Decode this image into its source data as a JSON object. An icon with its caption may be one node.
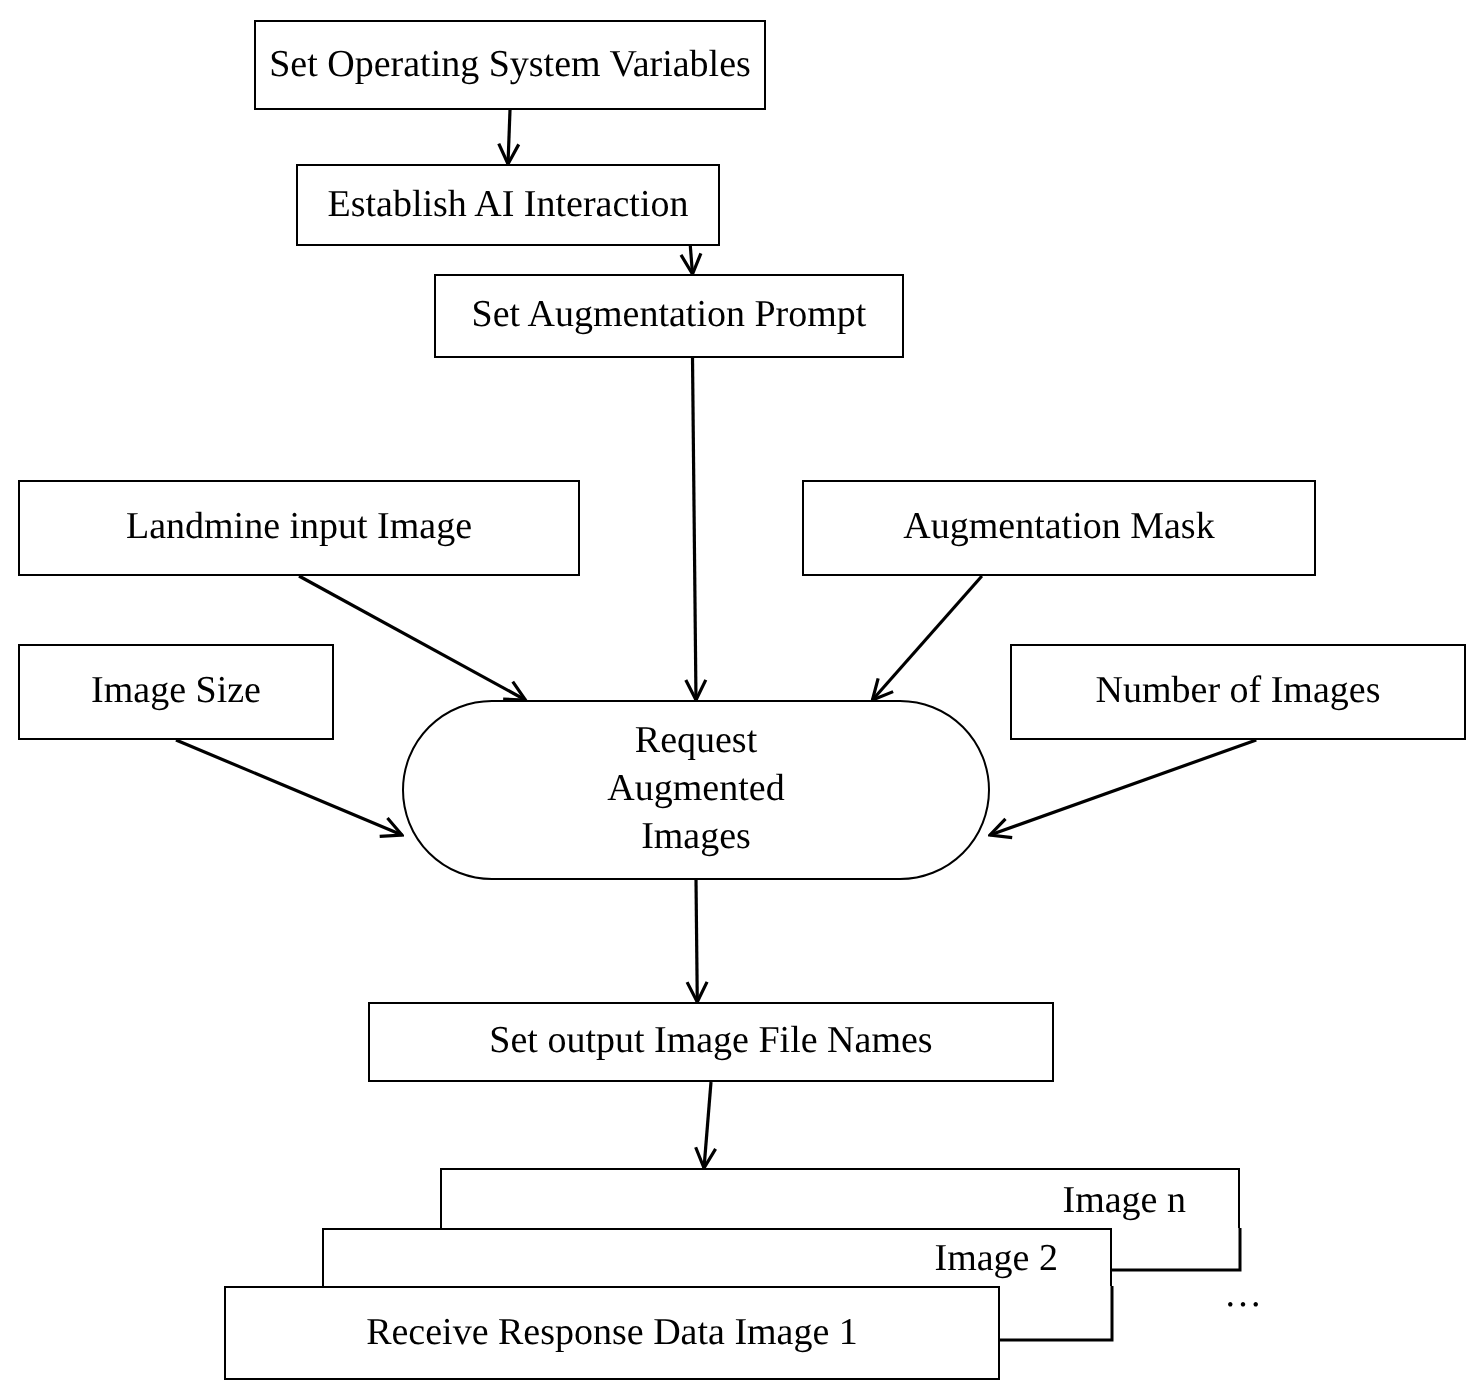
{
  "diagram": {
    "nodes": [
      {
        "text": [
          "Set Operating System Variables"
        ]
      },
      {
        "text": [
          "Establish AI Interaction"
        ]
      },
      {
        "text": [
          "Set Augmentation Prompt"
        ]
      },
      {
        "text": [
          "Landmine input Image"
        ]
      },
      {
        "text": [
          "Augmentation Mask"
        ]
      },
      {
        "text": [
          "Image Size"
        ]
      },
      {
        "text": [
          "Number of Images"
        ]
      },
      {
        "text": [
          "Request Augmented Images"
        ]
      },
      {
        "text": [
          "Set output Image File Names"
        ]
      },
      {
        "text": [
          "Image n"
        ]
      },
      {
        "text": [
          "Image 2"
        ]
      },
      {
        "text": [
          "Receive Response Data Image 1"
        ]
      }
    ],
    "edges": [
      {
        "from": 0,
        "to": 1,
        "arrow": "to"
      },
      {
        "from": 1,
        "to": 2,
        "arrow": "to"
      },
      {
        "from": 2,
        "to": 7,
        "arrow": "to"
      },
      {
        "from": 3,
        "to": 7,
        "arrow": "to"
      },
      {
        "from": 4,
        "to": 7,
        "arrow": "to"
      },
      {
        "from": 5,
        "to": 7,
        "arrow": "to"
      },
      {
        "from": 6,
        "to": 7,
        "arrow": "to"
      },
      {
        "from": 7,
        "to": 8,
        "arrow": "to"
      },
      {
        "from": 8,
        "to": 9,
        "arrow": "to"
      }
    ],
    "labels": [
      "…"
    ]
  }
}
